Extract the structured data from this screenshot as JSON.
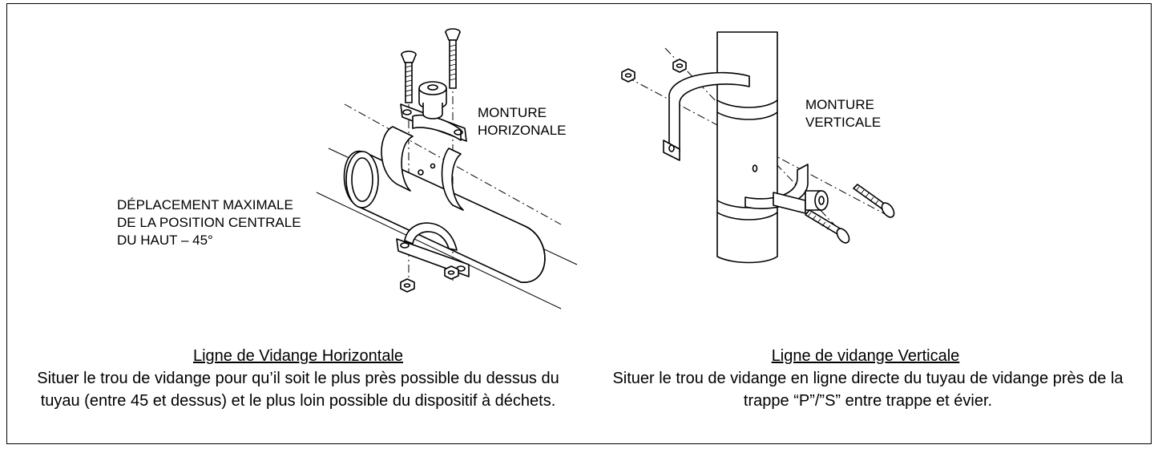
{
  "figure": {
    "horizontal_mount": {
      "mount_label": "MONTURE\nHORIZONALE",
      "offset_label": "DÉPLACEMENT MAXIMALE\nDE LA POSITION CENTRALE\nDU HAUT – 45°",
      "heading": "Ligne de Vidange Horizontale",
      "description": "Situer le trou de vidange pour qu’il soit le plus près possible du dessus du tuyau (entre 45 et dessus) et le plus loin possible du dispositif à déchets."
    },
    "vertical_mount": {
      "mount_label": "MONTURE\nVERTICALE",
      "heading": "Ligne de vidange Verticale",
      "description": "Situer le trou de vidange en ligne directe du tuyau de vidange près de la trappe “P”/”S” entre trappe et évier."
    }
  }
}
